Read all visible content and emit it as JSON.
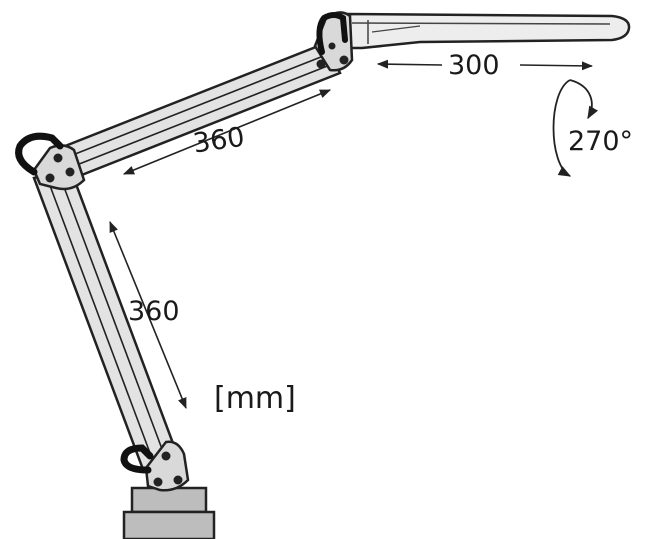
{
  "diagram": {
    "upper_arm_length": "360",
    "lower_arm_length": "360",
    "head_length": "300",
    "head_rotation": "270°",
    "unit": "[mm]"
  }
}
